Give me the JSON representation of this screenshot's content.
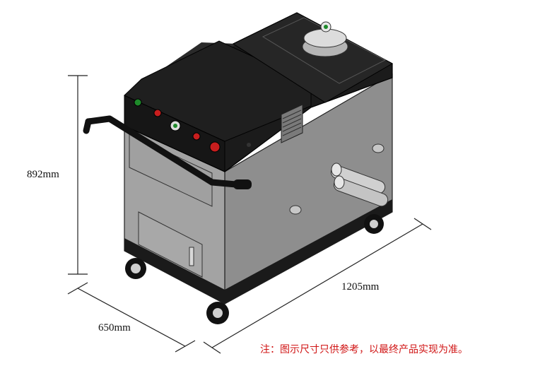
{
  "dimensions": {
    "height": "892mm",
    "width": "650mm",
    "length": "1205mm"
  },
  "note": "注：图示尺寸只供参考，以最终产品实现为准。",
  "colors": {
    "body_gray": "#9a9a9a",
    "top_black": "#1a1a1a",
    "indicator_green": "#1e8a2a",
    "indicator_red": "#c81e1e",
    "note_red": "#d01414"
  }
}
